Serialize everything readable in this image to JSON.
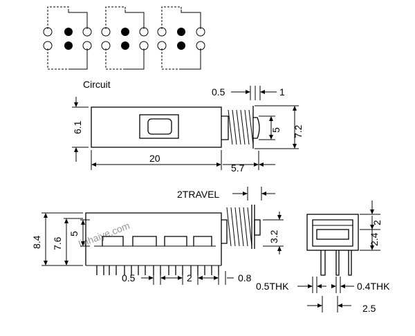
{
  "circuit_label": "Circuit",
  "watermark": "linhaiye.com",
  "colors": {
    "line": "#000000",
    "watermark": "#5a63c8",
    "background": "#ffffff"
  },
  "dims": {
    "d0_5": "0.5",
    "d1": "1",
    "d6_1": "6.1",
    "d5": "5",
    "d7_2": "7.2",
    "d20": "20",
    "d5_7": "5.7",
    "travel": "2TRAVEL",
    "d8_4": "8.4",
    "d7_6": "7.6",
    "d5b": "5",
    "d3_2": "3.2",
    "b0_5": "0.5",
    "b2": "2",
    "b0_8": "0.8",
    "d2": "2",
    "d2_4": "2.4",
    "thk_left": "0.5THK",
    "thk_right": "0.4THK",
    "d2_5": "2.5"
  }
}
